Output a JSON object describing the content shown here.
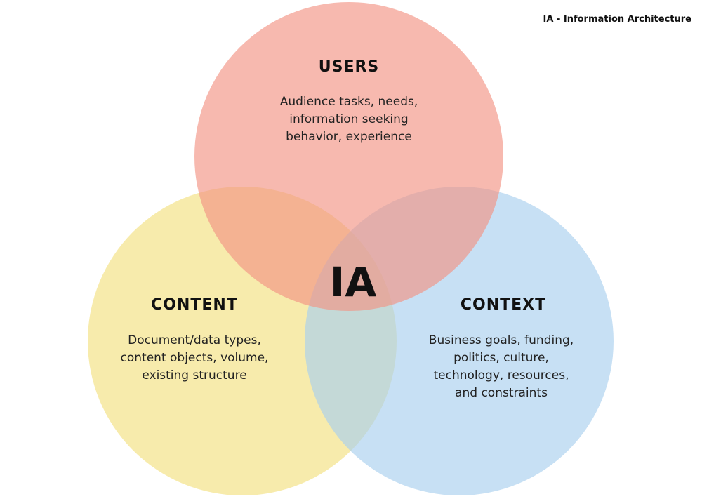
{
  "corner_title": "IA - Information Architecture",
  "center_label": "IA",
  "colors": {
    "users": "#f29484",
    "content": "#f2e07f",
    "context": "#a9cfee"
  },
  "sets": {
    "users": {
      "title": "USERS",
      "desc": [
        "Audience tasks, needs,",
        "information seeking",
        "behavior, experience"
      ]
    },
    "content": {
      "title": "CONTENT",
      "desc": [
        "Document/data types,",
        "content objects, volume,",
        "existing structure"
      ]
    },
    "context": {
      "title": "CONTEXT",
      "desc": [
        "Business goals, funding,",
        "politics, culture,",
        "technology, resources,",
        "and constraints"
      ]
    }
  }
}
